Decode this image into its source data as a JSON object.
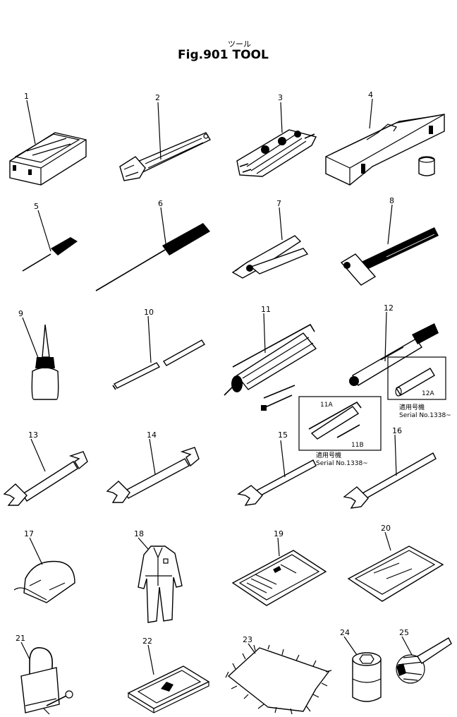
{
  "figure": {
    "kana": "ツール",
    "title": "Fig.901  TOOL"
  },
  "callouts": [
    "1",
    "2",
    "3",
    "4",
    "5",
    "6",
    "7",
    "8",
    "9",
    "10",
    "11",
    "12",
    "13",
    "14",
    "15",
    "16",
    "17",
    "18",
    "19",
    "20",
    "21",
    "22",
    "23",
    "24",
    "25"
  ],
  "sub_callouts": {
    "c11a": "11A",
    "c11b": "11B",
    "c12a": "12A"
  },
  "serial_notes": {
    "kanji_11": "適用号機",
    "serial_11": "Serial No.1338~",
    "kanji_12": "適用号機",
    "serial_12": "Serial No.1338~"
  },
  "icons": [
    "tool-box-small",
    "adjustable-wrench",
    "wrench-set-pouch",
    "tool-box-large",
    "screwdriver-small",
    "screwdriver-large",
    "pliers",
    "hammer",
    "oil-can",
    "bar-pair",
    "grease-gun",
    "extension-bar",
    "double-end-wrench-13",
    "double-end-wrench-14",
    "single-end-wrench-15",
    "single-end-wrench-16",
    "cap",
    "coverall",
    "manual",
    "holder-plate",
    "padlock",
    "plate-case",
    "cloth",
    "socket",
    "filter-wrench"
  ]
}
